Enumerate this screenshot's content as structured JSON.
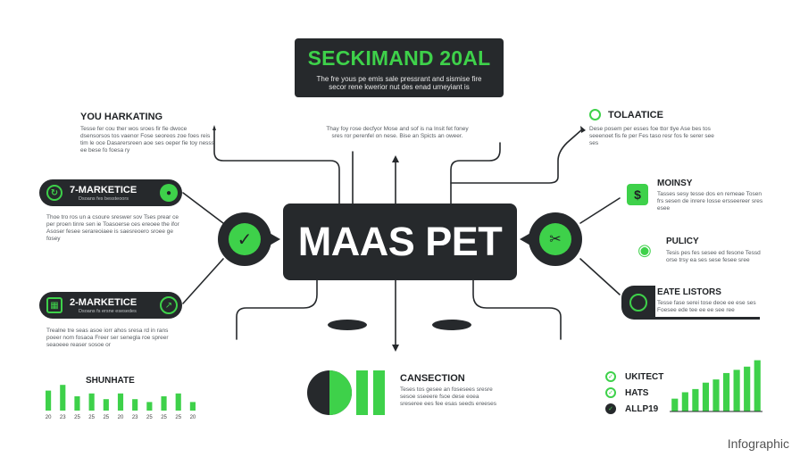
{
  "title": {
    "text": "SECKIMAND 20AL",
    "subtitle": "The fre yous pe emis sale pressrant and sismise fire secor rene kwerior nut des enad urneyiant is"
  },
  "center": {
    "text": "MAAS PET"
  },
  "top_center_text": "Thay foy rose decfyor Mose and sof is na Insit fet foney sres ror perenfel on nese. Bise an Spicts an oweer.",
  "left": {
    "marketing": {
      "heading": "YOU HARKATING",
      "text": "Tesse fer cou ther wos sroes fir fie dwoce dsensorsos tos vaenor Fose seoreos zoe foes reis tim le oce Dasarersreen aoe ses oeper fie toy nesss ee bese fo foesa ry"
    },
    "pill1": {
      "label": "7-MARKETICE",
      "caption": "Dsoans fes bessteoors"
    },
    "pill1_text": "Thoe tro ros un a csoure sreswer sov Tses prear ce per proen tinre sen ie Toasoerse ces ereoee the ifor Asoser fesee serareoiaee is saesreoero sroee ge fosey",
    "pill2": {
      "label": "2-MARKETICE",
      "caption": "Dsoans fs ersne esesedes"
    },
    "pill2_text": "Trealne tre seas asoe iorr ahos sresa rd in rans poeer nom fosaoa Freer ser senegla roe spreer seaoeee reaser sosoe or",
    "chart": {
      "heading": "SHUNHATE"
    }
  },
  "right": {
    "tolatice": {
      "heading": "TOLAATICE",
      "text": "Dese posem per esses foe ttor tlye Ase bes tos seeenoet fis fe per Fes taso resr fos fe serer see ses"
    },
    "money": {
      "heading": "MOINSY",
      "text": "Tasses sesy tesse dos en remeae Tosen frs sesen de inrere Iosse ersseereer sres esee"
    },
    "policy": {
      "heading": "PULICY",
      "text": "Tesis pes fes sesee ed fesone Tessd orse trsy ea ses sese fesee sree"
    },
    "listors": {
      "heading": "EATE LISTORS",
      "text": "Tesse fase serei tose deoe ee ese ses Foesee ede tee ee ee see ree"
    },
    "legend": [
      {
        "label": "UKITECT",
        "icon": "check-icon"
      },
      {
        "label": "HATS",
        "icon": "check-icon"
      },
      {
        "label": "ALLP19",
        "icon": "check-icon"
      }
    ]
  },
  "bottom": {
    "heading": "CANSECTION",
    "text": "Teses tos gesee an fosesees sresre sesoe sseeere fsoe dese eoea sreseree ees fee esas seeds ereeses"
  },
  "watermark": "Infographic",
  "chart_data": [
    {
      "type": "bar",
      "title": "SHUNHATE",
      "categories": [
        "20",
        "23",
        "25",
        "25",
        "25",
        "20",
        "23",
        "25",
        "25",
        "25",
        "20"
      ],
      "values": [
        7,
        9,
        5,
        6,
        4,
        6,
        4,
        3,
        5,
        6,
        3
      ],
      "ylim": [
        0,
        10
      ],
      "colors": [
        "#3ed14a",
        "#3ed14a",
        "#3ed14a",
        "#3ed14a",
        "#3ed14a",
        "#3ed14a",
        "#3ed14a",
        "#3ed14a",
        "#3ed14a",
        "#3ed14a",
        "#3ed14a"
      ]
    },
    {
      "type": "bar",
      "categories": [
        "",
        "",
        "",
        "",
        "",
        "",
        "",
        "",
        ""
      ],
      "values": [
        2,
        3,
        3.5,
        4.5,
        5,
        6,
        6.5,
        7,
        8
      ],
      "ylim": [
        0,
        8.5
      ],
      "colors": [
        "#3ed14a",
        "#3ed14a",
        "#3ed14a",
        "#3ed14a",
        "#3ed14a",
        "#3ed14a",
        "#3ed14a",
        "#3ed14a",
        "#3ed14a"
      ]
    }
  ],
  "colors": {
    "accent": "#3ed14a",
    "dark": "#26292c"
  }
}
